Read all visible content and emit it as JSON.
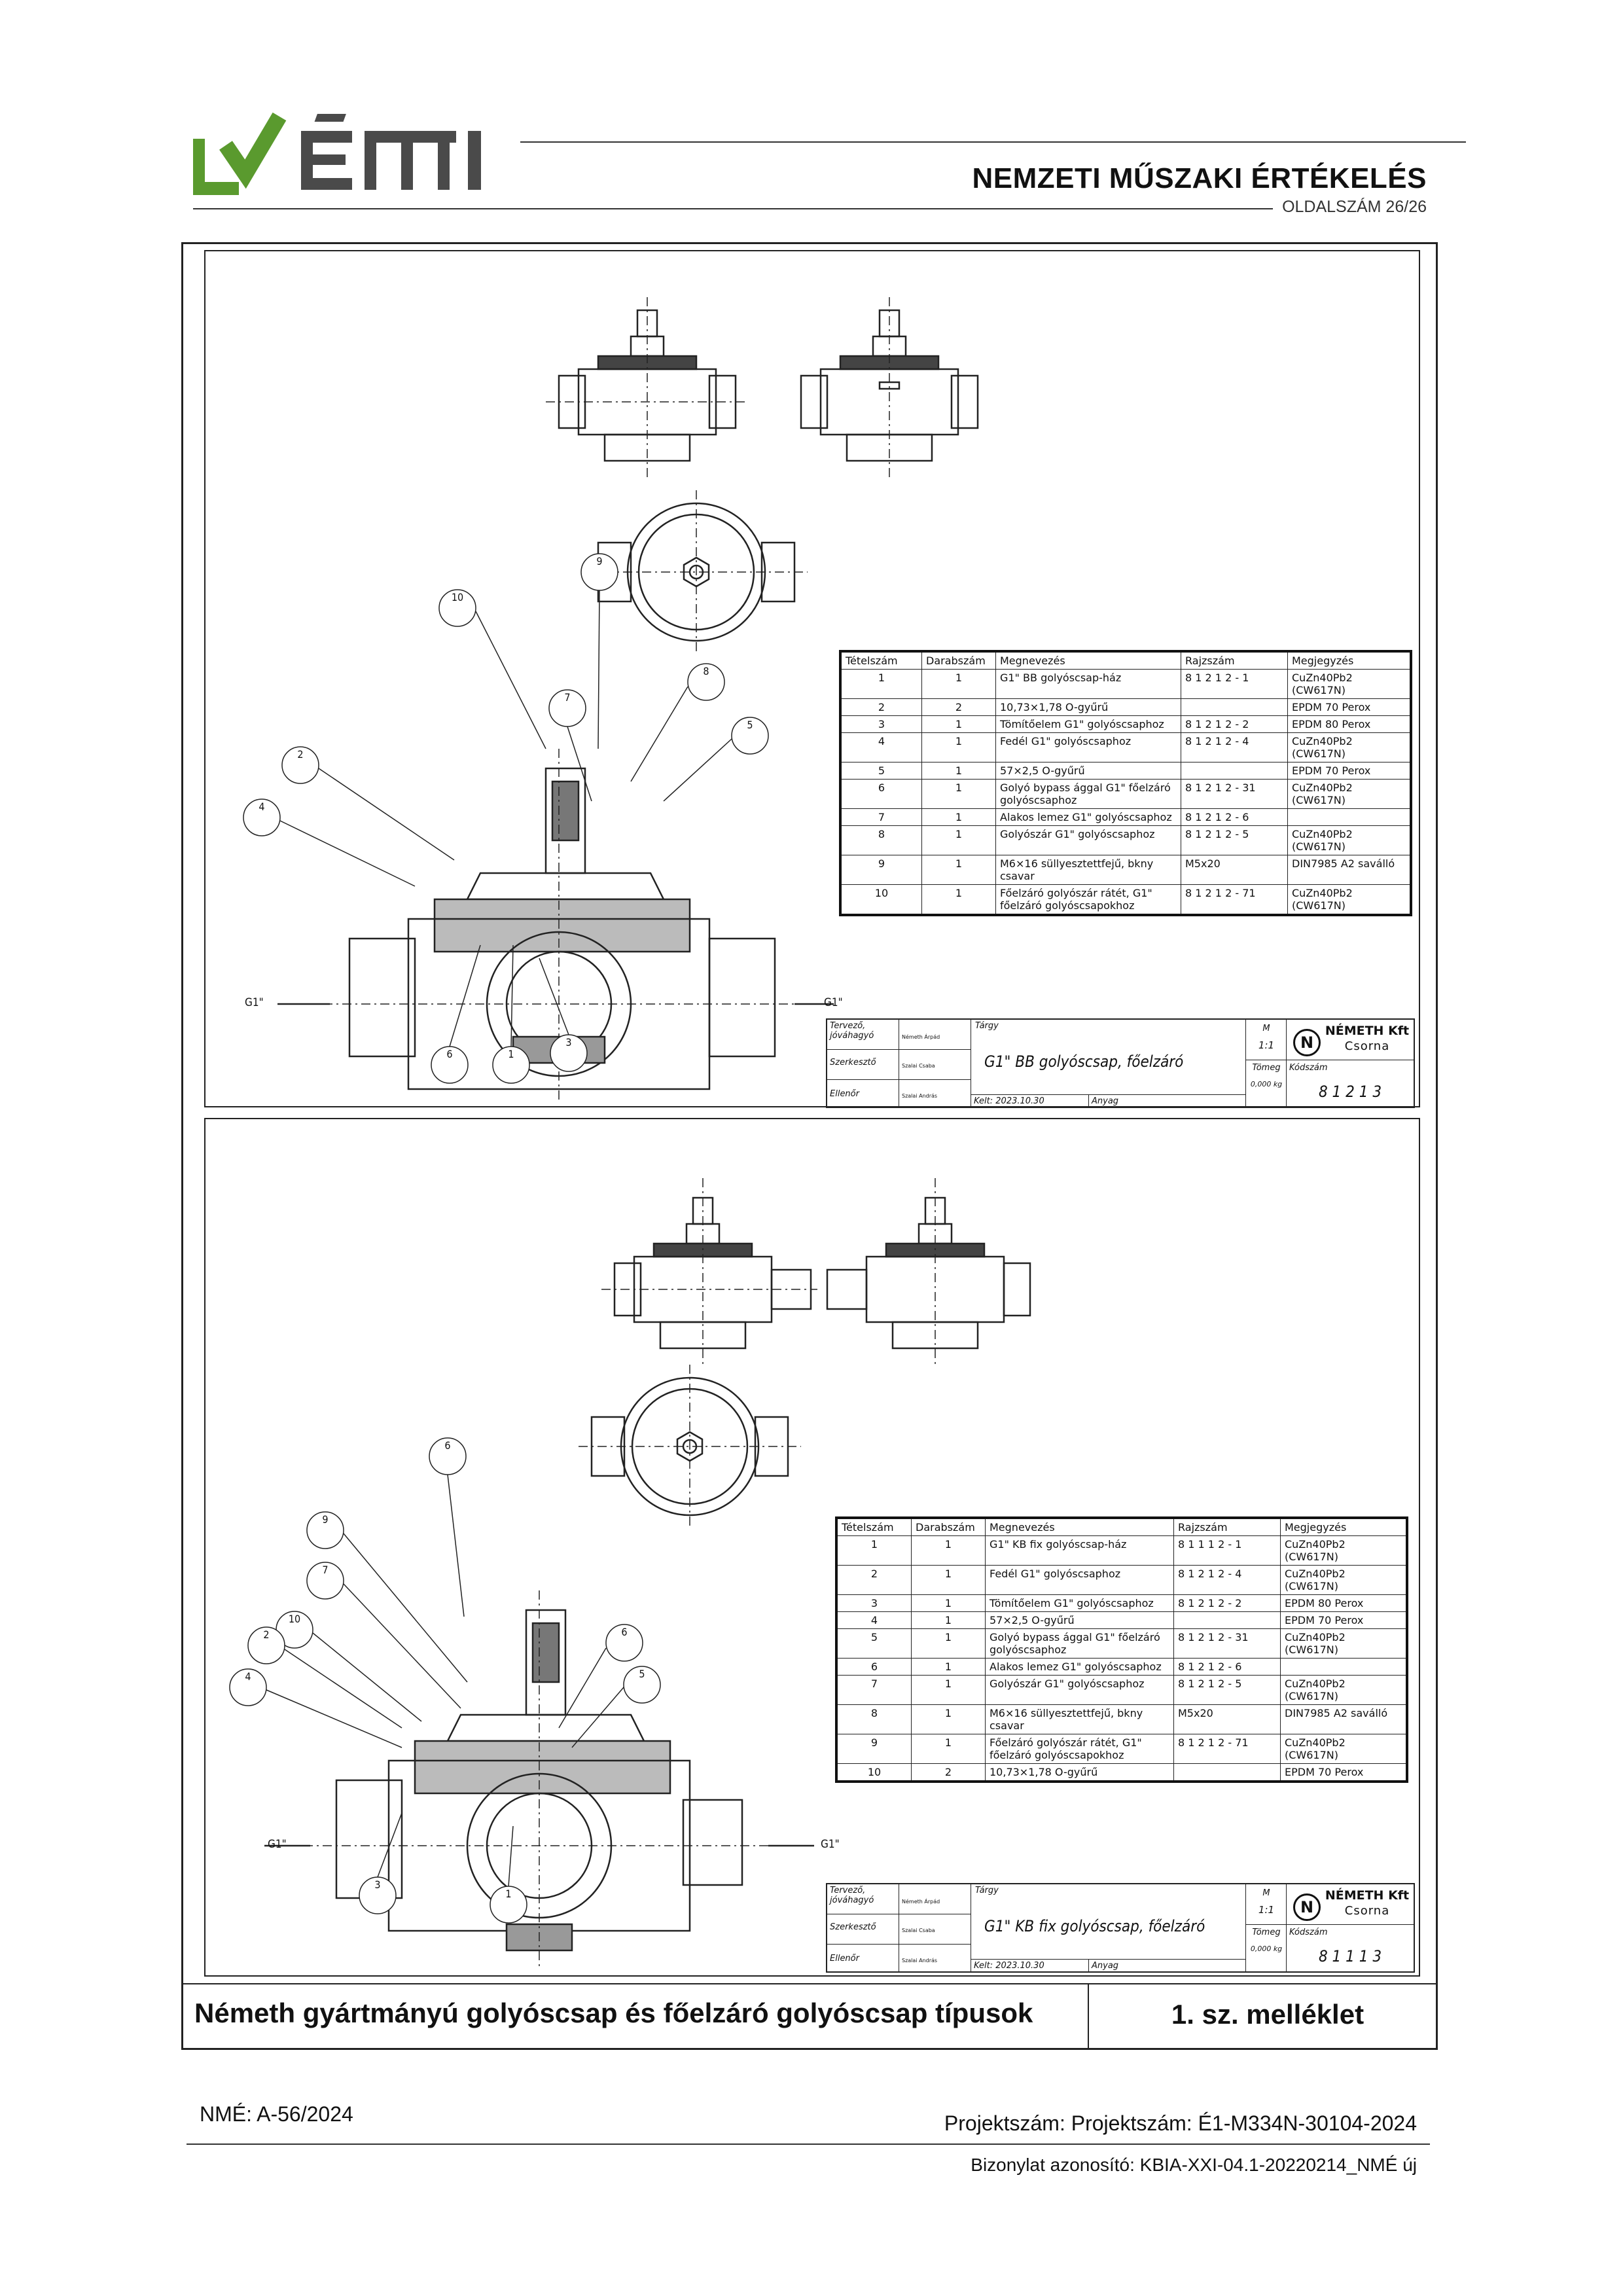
{
  "header": {
    "logo_text": "ÉMI",
    "title": "NEMZETI MŰSZAKI ÉRTÉKELÉS",
    "page_label": "OLDALSZÁM 26/26"
  },
  "drawing1": {
    "part_refs": [
      "9",
      "10",
      "8",
      "7",
      "2",
      "4",
      "5",
      "6",
      "1",
      "3"
    ],
    "side_labels": {
      "left": "G1\"",
      "right": "G1\""
    },
    "table": {
      "headers": [
        "Tételszám",
        "Darabszám",
        "Megnevezés",
        "Rajzszám",
        "Megjegyzés"
      ],
      "rows": [
        [
          "1",
          "1",
          "G1\" BB golyóscsap-ház",
          "8 1 2 1 2 - 1",
          "CuZn40Pb2 (CW617N)"
        ],
        [
          "2",
          "2",
          "10,73×1,78 O-gyűrű",
          "",
          "EPDM 70 Perox"
        ],
        [
          "3",
          "1",
          "Tömítőelem G1\" golyóscsaphoz",
          "8 1 2 1 2 - 2",
          "EPDM 80 Perox"
        ],
        [
          "4",
          "1",
          "Fedél G1\" golyóscsaphoz",
          "8 1 2 1 2 - 4",
          "CuZn40Pb2 (CW617N)"
        ],
        [
          "5",
          "1",
          "57×2,5 O-gyűrű",
          "",
          "EPDM 70 Perox"
        ],
        [
          "6",
          "1",
          "Golyó bypass ággal G1\" főelzáró golyóscsaphoz",
          "8 1 2 1 2 - 31",
          "CuZn40Pb2 (CW617N)"
        ],
        [
          "7",
          "1",
          "Alakos lemez G1\" golyóscsaphoz",
          "8 1 2 1 2 - 6",
          ""
        ],
        [
          "8",
          "1",
          "Golyószár G1\" golyóscsaphoz",
          "8 1 2 1 2 - 5",
          "CuZn40Pb2 (CW617N)"
        ],
        [
          "9",
          "1",
          "M6×16 süllyesztettfejű, bkny csavar",
          "M5x20",
          "DIN7985 A2 saválló"
        ],
        [
          "10",
          "1",
          "Főelzáró golyószár rátét, G1\" főelzáró golyóscsapokhoz",
          "8 1 2 1 2 - 71",
          "CuZn40Pb2 (CW617N)"
        ]
      ]
    },
    "title_block": {
      "row_labels": [
        "Tervező, jóváhagyó",
        "Szerkesztő",
        "Ellenőr"
      ],
      "names": [
        "Németh Árpád",
        "Szalai Csaba",
        "Szalai András"
      ],
      "subject_label": "Tárgy",
      "subject": "G1\" BB golyóscsap, főelzáró",
      "date": "Kelt: 2023.10.30",
      "material_label": "Anyag",
      "scale_label": "M",
      "scale": "1:1",
      "mass_label": "Tömeg",
      "mass": "0,000 kg",
      "company": "NÉMETH Kft",
      "city": "Csorna",
      "code_label": "Kódszám",
      "code": "8 1 2 1 3"
    }
  },
  "drawing2": {
    "part_refs": [
      "6",
      "9",
      "7",
      "10",
      "2",
      "4",
      "5",
      "6",
      "3",
      "1"
    ],
    "side_labels": {
      "left": "G1\"",
      "right": "G1\""
    },
    "table": {
      "headers": [
        "Tételszám",
        "Darabszám",
        "Megnevezés",
        "Rajzszám",
        "Megjegyzés"
      ],
      "rows": [
        [
          "1",
          "1",
          "G1\" KB fix golyóscsap-ház",
          "8 1 1 1 2 - 1",
          "CuZn40Pb2 (CW617N)"
        ],
        [
          "2",
          "1",
          "Fedél G1\" golyóscsaphoz",
          "8 1 2 1 2 - 4",
          "CuZn40Pb2 (CW617N)"
        ],
        [
          "3",
          "1",
          "Tömítőelem G1\" golyóscsaphoz",
          "8 1 2 1 2 - 2",
          "EPDM 80 Perox"
        ],
        [
          "4",
          "1",
          "57×2,5 O-gyűrű",
          "",
          "EPDM 70 Perox"
        ],
        [
          "5",
          "1",
          "Golyó bypass ággal G1\" főelzáró golyóscsaphoz",
          "8 1 2 1 2 - 31",
          "CuZn40Pb2 (CW617N)"
        ],
        [
          "6",
          "1",
          "Alakos lemez G1\" golyóscsaphoz",
          "8 1 2 1 2 - 6",
          ""
        ],
        [
          "7",
          "1",
          "Golyószár G1\" golyóscsaphoz",
          "8 1 2 1 2 - 5",
          "CuZn40Pb2 (CW617N)"
        ],
        [
          "8",
          "1",
          "M6×16 süllyesztettfejű, bkny csavar",
          "M5x20",
          "DIN7985 A2 saválló"
        ],
        [
          "9",
          "1",
          "Főelzáró golyószár rátét, G1\" főelzáró golyóscsapokhoz",
          "8 1 2 1 2 - 71",
          "CuZn40Pb2 (CW617N)"
        ],
        [
          "10",
          "2",
          "10,73×1,78 O-gyűrű",
          "",
          "EPDM 70 Perox"
        ]
      ]
    },
    "title_block": {
      "row_labels": [
        "Tervező, jóváhagyó",
        "Szerkesztő",
        "Ellenőr"
      ],
      "names": [
        "Németh Árpád",
        "Szalai Csaba",
        "Szalai András"
      ],
      "subject_label": "Tárgy",
      "subject": "G1\" KB fix golyóscsap, főelzáró",
      "date": "Kelt: 2023.10.30",
      "material_label": "Anyag",
      "scale_label": "M",
      "scale": "1:1",
      "mass_label": "Tömeg",
      "mass": "0,000 kg",
      "company": "NÉMETH Kft",
      "city": "Csorna",
      "code_label": "Kódszám",
      "code": "8 1 1 1 3"
    }
  },
  "caption": {
    "title": "Németh gyártmányú golyóscsap és főelzáró golyóscsap típusok",
    "annex": "1. sz. melléklet"
  },
  "footer": {
    "nme": "NMÉ: A-56/2024",
    "project": "Projektszám: Projektszám: É1-M334N-30104-2024",
    "certificate": "Bizonylat azonosító: KBIA-XXI-04.1-20220214_NMÉ új"
  },
  "colors": {
    "logo_green": "#5a9a2e",
    "logo_gray": "#4a4a4a"
  }
}
